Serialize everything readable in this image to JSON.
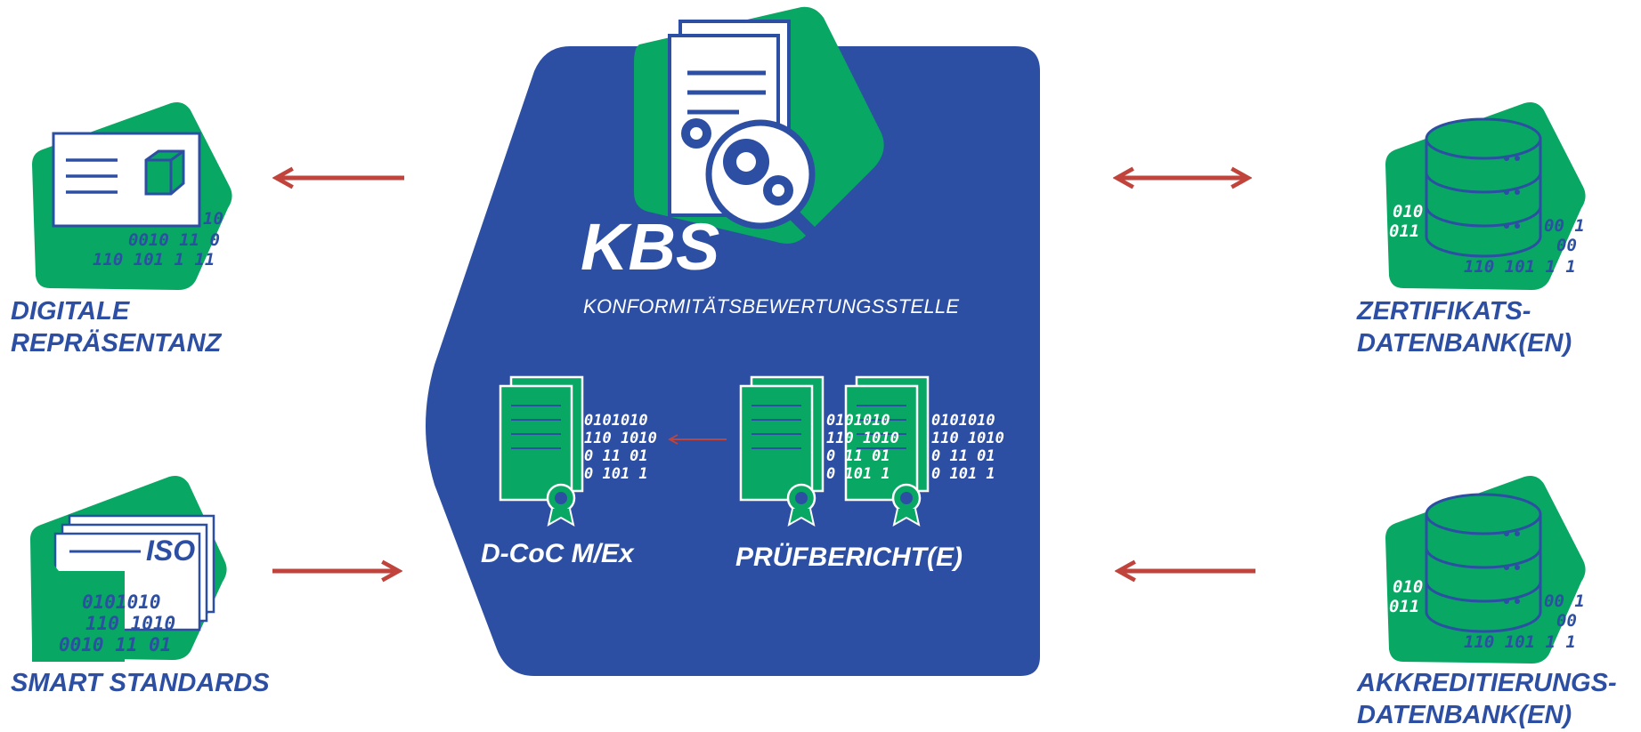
{
  "kbs": {
    "title": "KBS",
    "subtitle": "KONFORMITÄTSBEWERTUNGSSTELLE",
    "documents": {
      "dcoc_label": "D-CoC M/Ex",
      "pruef_label": "PRÜFBERICHT(E)",
      "binary_lines": [
        "0101010",
        "110 1010",
        "0 11 01",
        "0 101 1"
      ]
    }
  },
  "nodes": {
    "digitale": {
      "lines": [
        "DIGITALE",
        "REPRÄSENTANZ"
      ],
      "icon": "document-cube-icon",
      "binary_lines": [
        "10",
        "0010 11 0",
        "110 101 1  11"
      ]
    },
    "smart": {
      "lines": [
        "SMART STANDARDS"
      ],
      "icon": "iso-folder-icon",
      "folder_tag": "ISO",
      "binary_lines": [
        "0101010",
        "110 1010",
        "0010 11 01"
      ]
    },
    "zertifikats": {
      "lines": [
        "ZERTIFIKATS-",
        "DATENBANK(EN)"
      ],
      "icon": "database-icon",
      "binary_left": [
        "010",
        "011"
      ],
      "binary_right": [
        "00 1",
        "00",
        "110 101 1  1"
      ]
    },
    "akkreditierungs": {
      "lines": [
        "AKKREDITIERUNGS-",
        "DATENBANK(EN)"
      ],
      "icon": "database-icon",
      "binary_left": [
        "010",
        "011"
      ],
      "binary_right": [
        "00 1",
        "00",
        "110 101 1  1"
      ]
    }
  },
  "colors": {
    "blue": "#2d4fa3",
    "green": "#08a763",
    "arrow": "#c0443c",
    "white": "#ffffff"
  }
}
